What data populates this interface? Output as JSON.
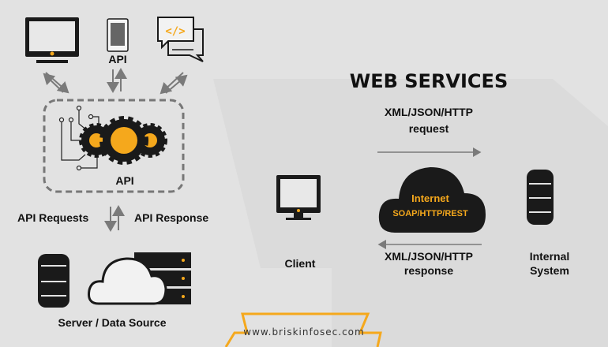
{
  "left": {
    "phone_label": "API",
    "gear_label": "API",
    "requests_label": "API Requests",
    "response_label": "API Response",
    "server_label": "Server / Data Source"
  },
  "right": {
    "title": "WEB SERVICES",
    "request_line1": "XML/JSON/HTTP",
    "request_line2": "request",
    "cloud_line1": "Internet",
    "cloud_line2": "SOAP/HTTP/REST",
    "client_label": "Client",
    "response_line1": "XML/JSON/HTTP",
    "response_line2": "response",
    "system_line1": "Internal",
    "system_line2": "System"
  },
  "footer": {
    "url": "www.briskinfosec.com"
  },
  "colors": {
    "accent": "#f5a81c",
    "dark": "#111111",
    "background": "#e2e2e2"
  }
}
